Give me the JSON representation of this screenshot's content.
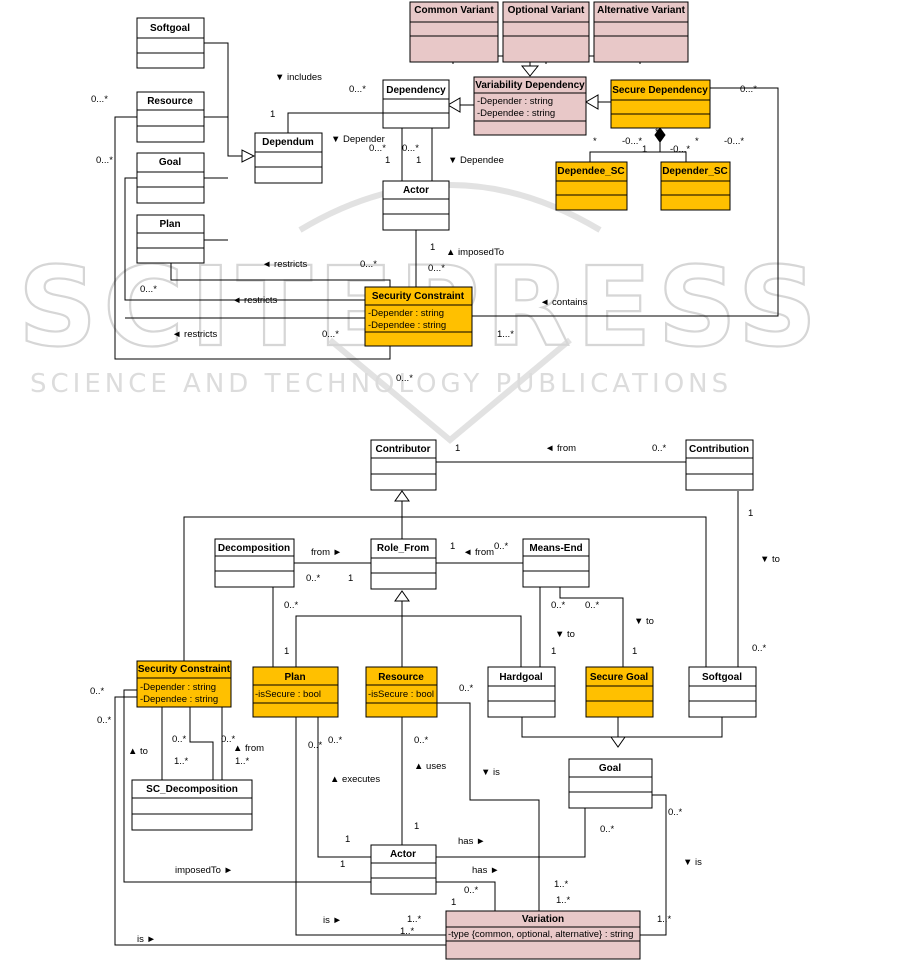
{
  "watermark": {
    "main": "SCITEPRESS",
    "sub": "SCIENCE AND TECHNOLOGY PUBLICATIONS"
  },
  "colors": {
    "variant": "#e8c8c8",
    "secure": "#ffc000",
    "plain": "#ffffff",
    "line": "#000000"
  },
  "top": {
    "classes": {
      "common_variant": "Common Variant",
      "optional_variant": "Optional Variant",
      "alternative_variant": "Alternative Variant",
      "variability_dependency": "Variability Dependency",
      "vd_attr1": "-Depender : string",
      "vd_attr2": "-Dependee : string",
      "secure_dependency": "Secure Dependency",
      "softgoal": "Softgoal",
      "resource": "Resource",
      "goal": "Goal",
      "plan": "Plan",
      "dependum": "Dependum",
      "dependency": "Dependency",
      "actor": "Actor",
      "dependee_sc": "Dependee_SC",
      "depender_sc": "Depender_SC",
      "security_constraint": "Security Constraint",
      "sc_attr1": "-Depender : string",
      "sc_attr2": "-Dependee : string"
    },
    "labels": {
      "includes": "▼ includes",
      "depender": "▼ Depender",
      "dependee": "▼ Dependee",
      "imposed_to": "▲ imposedTo",
      "restricts1": "◄ restricts",
      "restricts2": "◄ restricts",
      "restricts3": "◄ restricts",
      "contains": "◄ contains"
    },
    "mult": {
      "m_1_dependum": "1",
      "m_0s_dep": "0...*",
      "m_0s_res": "0...*",
      "m_0s_goal": "0...*",
      "m_0s_dependum_a": "0...*",
      "m_1_a": "1",
      "m_0s_b": "0...*",
      "m_1_b": "1",
      "m_star": "*",
      "m_0s_c": "-0...*",
      "m_star2": "*",
      "m_1_c": "1",
      "m_0s_d": "-0...*",
      "m_star3": "*",
      "m_0s_e": "-0...*",
      "m_0s_secdep": "0...*",
      "m_1_actor": "1",
      "m_0s_actor": "0...*",
      "m_0s_r1": "0...*",
      "m_0s_r2": "0...*",
      "m_0s_r3": "0...*",
      "m_1s": "1...*",
      "m_0s_bottom": "0...*"
    }
  },
  "bottom": {
    "classes": {
      "contributor": "Contributor",
      "contribution": "Contribution",
      "decomposition": "Decomposition",
      "role_from": "Role_From",
      "means_end": "Means-End",
      "security_constraint": "Security Constraint",
      "sc_attr1": "-Depender : string",
      "sc_attr2": "-Dependee : string",
      "plan": "Plan",
      "plan_attr": "-isSecure : bool",
      "resource": "Resource",
      "resource_attr": "-isSecure : bool",
      "hardgoal": "Hardgoal",
      "secure_goal": "Secure Goal",
      "softgoal": "Softgoal",
      "sc_decomposition": "SC_Decomposition",
      "goal": "Goal",
      "actor": "Actor",
      "variation": "Variation",
      "variation_attr": "-type {common, optional, alternative} : string"
    },
    "labels": {
      "from1": "◄ from",
      "from2": "from ►",
      "from3": "◄ from",
      "to1": "▼ to",
      "to2": "▼ to",
      "to3": "▼ to",
      "to4": "▲ to",
      "from4": "▲ from",
      "executes": "▲ executes",
      "uses": "▲ uses",
      "is1": "▼ is",
      "is2": "▼ is",
      "has1": "has ►",
      "has2": "has ►",
      "imposed_to": "imposedTo ►",
      "is3": "is ►",
      "is4": "is ►"
    },
    "mult": {
      "c1": "1",
      "c0s": "0..*",
      "c1b": "1",
      "d0s": "0..*",
      "d1": "1",
      "rf1": "1",
      "rf0s": "0..*",
      "p0s": "0..*",
      "p1": "1",
      "me0s_a": "0..*",
      "me0s_b": "0..*",
      "me1_a": "1",
      "me1_b": "1",
      "sg0s": "0..*",
      "sc0s_a": "0..*",
      "sc0s_b": "0..*",
      "scd0s_a": "0..*",
      "scd1s_a": "1..*",
      "scd0s_b": "0..*",
      "scd1s_b": "1..*",
      "res0s": "0..*",
      "plan0s_a": "0..*",
      "plan0s_b": "0..*",
      "res0s_b": "0..*",
      "act1_a": "1",
      "act1_b": "1",
      "act1_c": "1",
      "act1_d": "1",
      "act0s": "0..*",
      "goal0s": "0..*",
      "goal0s_b": "0..*",
      "var1s_a": "1..*",
      "var1s_b": "1..*",
      "var1s_c": "1..*",
      "var1s_d": "1..*",
      "res1s": "1..*"
    }
  }
}
